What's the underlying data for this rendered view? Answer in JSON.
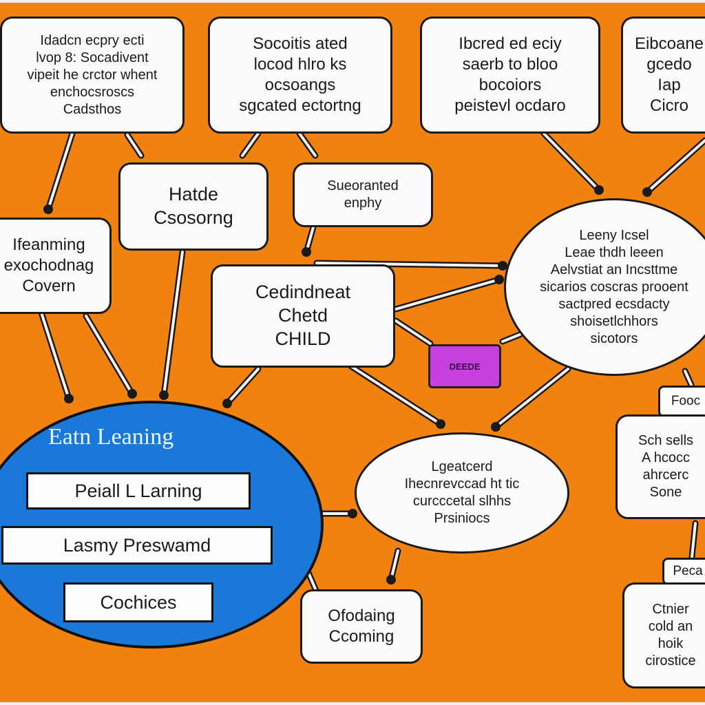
{
  "diagram": {
    "top_boxes": [
      "Idadcn ecpry ecti\nlvop 8: Socadivent\nvipeit he crctor  whent\nenchocsroscs\nCadsthos",
      "Socoitis ated\nlocod hlro ks\nocsoangs\nsgcated ectortng",
      "Ibcred ed eciy\nsaerb to bloo\nbocoiors\npeistevl ocdaro",
      "Eibcoane\ngcedo\nIap\nCicro"
    ],
    "mid_boxes": [
      "Hatde\nCsosorng",
      "Sueoranted\nenphy",
      "Ifeanming\nexochodnag\nCovern"
    ],
    "center_box": "Cedindneat\nChetd\nCHILD",
    "badge": "DEEDE",
    "right_ellipse": "Leeny Icsel\nLeae thdh leeen\nAelvstiat an Incsttme\nsicarios coscras prooent\nsactpred ecsdacty\nshoisetlchhors\nsicotors",
    "main_circle": {
      "title": "Eatn Leaning",
      "items": [
        "Peiall L Larning",
        "Lasmy Preswamd",
        "Cochices"
      ]
    },
    "center_ellipse": "Lgeatcerd\nIhecnrevccad ht tic\ncurcccetal slhhs\nPrsiniocs",
    "bottom_box": "Ofodaing\nCcoming",
    "right_tab_top": "Fooc",
    "right_box_mid": "Sch sells\nA hcocc\nahrcerc\nSone",
    "right_tab_bottom": "Peca",
    "right_box_bottom": "Ctnier\ncold an\nhoik\ncirostice"
  }
}
